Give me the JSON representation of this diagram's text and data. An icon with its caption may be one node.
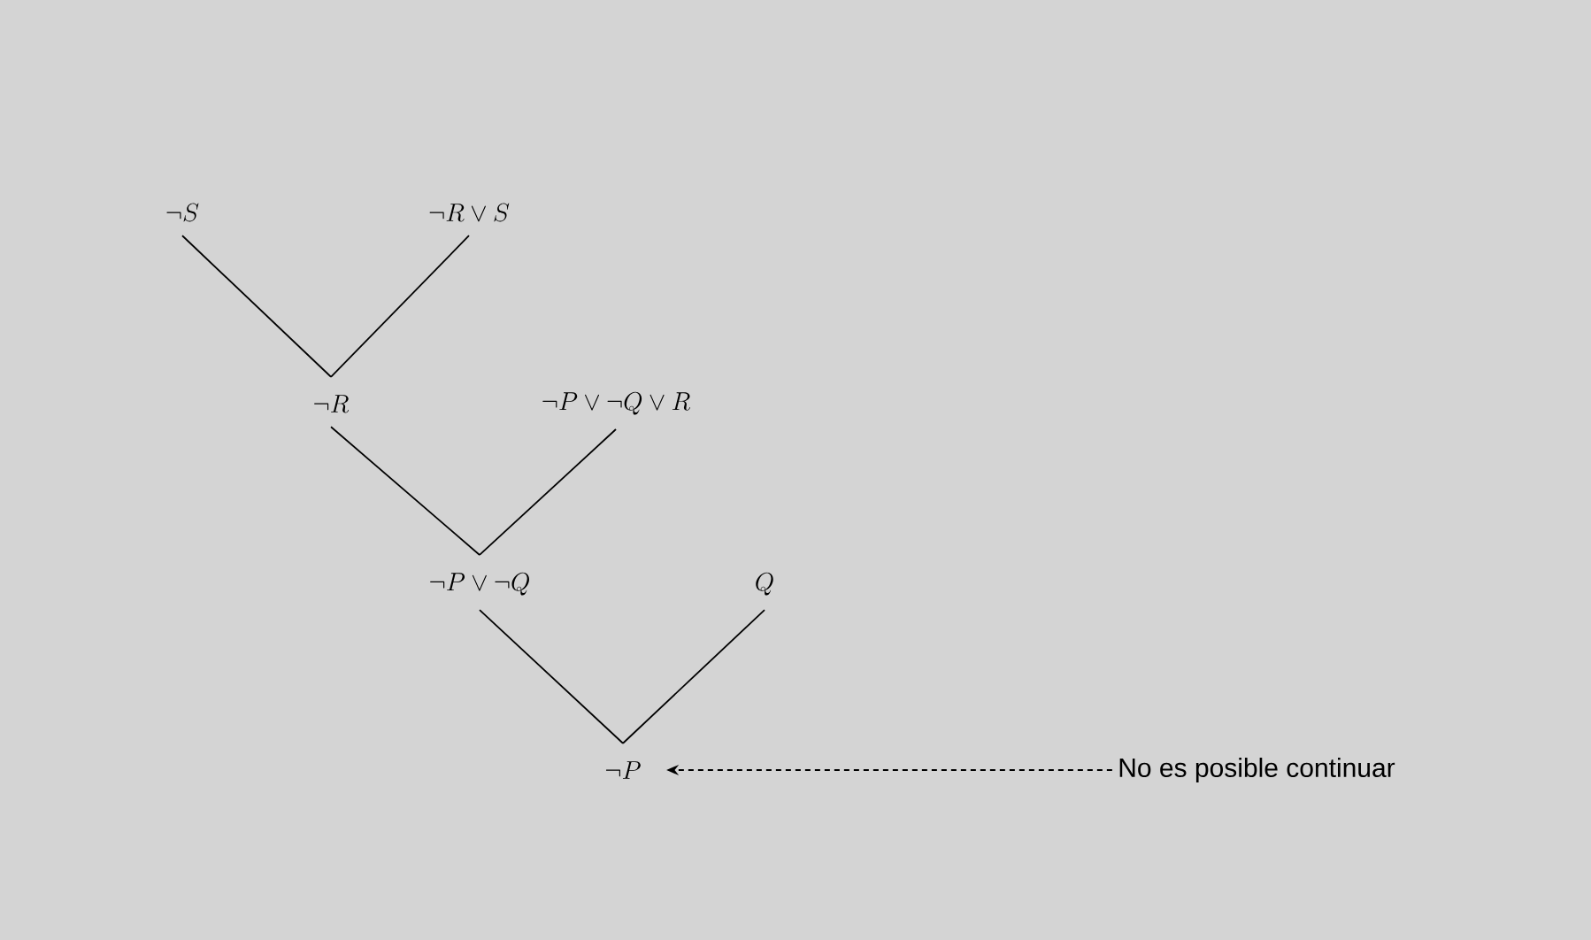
{
  "diagram": {
    "nodes": [
      {
        "text": [
          "\\neg S"
        ]
      },
      {
        "text": [
          "\\neg R \\vee S"
        ]
      },
      {
        "text": [
          "\\neg R"
        ]
      },
      {
        "text": [
          "\\neg P \\vee \\neg Q \\vee R"
        ]
      },
      {
        "text": [
          "\\neg P \\vee \\neg Q"
        ]
      },
      {
        "text": [
          "Q"
        ]
      },
      {
        "text": [
          "\\neg P"
        ]
      },
      {
        "text": [
          "No es posible continuar"
        ]
      }
    ],
    "edges": [
      {
        "from": 0,
        "to": 2,
        "arrow": "none"
      },
      {
        "from": 1,
        "to": 2,
        "arrow": "none"
      },
      {
        "from": 2,
        "to": 4,
        "arrow": "none"
      },
      {
        "from": 3,
        "to": 4,
        "arrow": "none"
      },
      {
        "from": 4,
        "to": 6,
        "arrow": "none"
      },
      {
        "from": 5,
        "to": 6,
        "arrow": "none"
      },
      {
        "from": 7,
        "to": 6,
        "arrow": "to",
        "style": "dashed"
      }
    ]
  }
}
